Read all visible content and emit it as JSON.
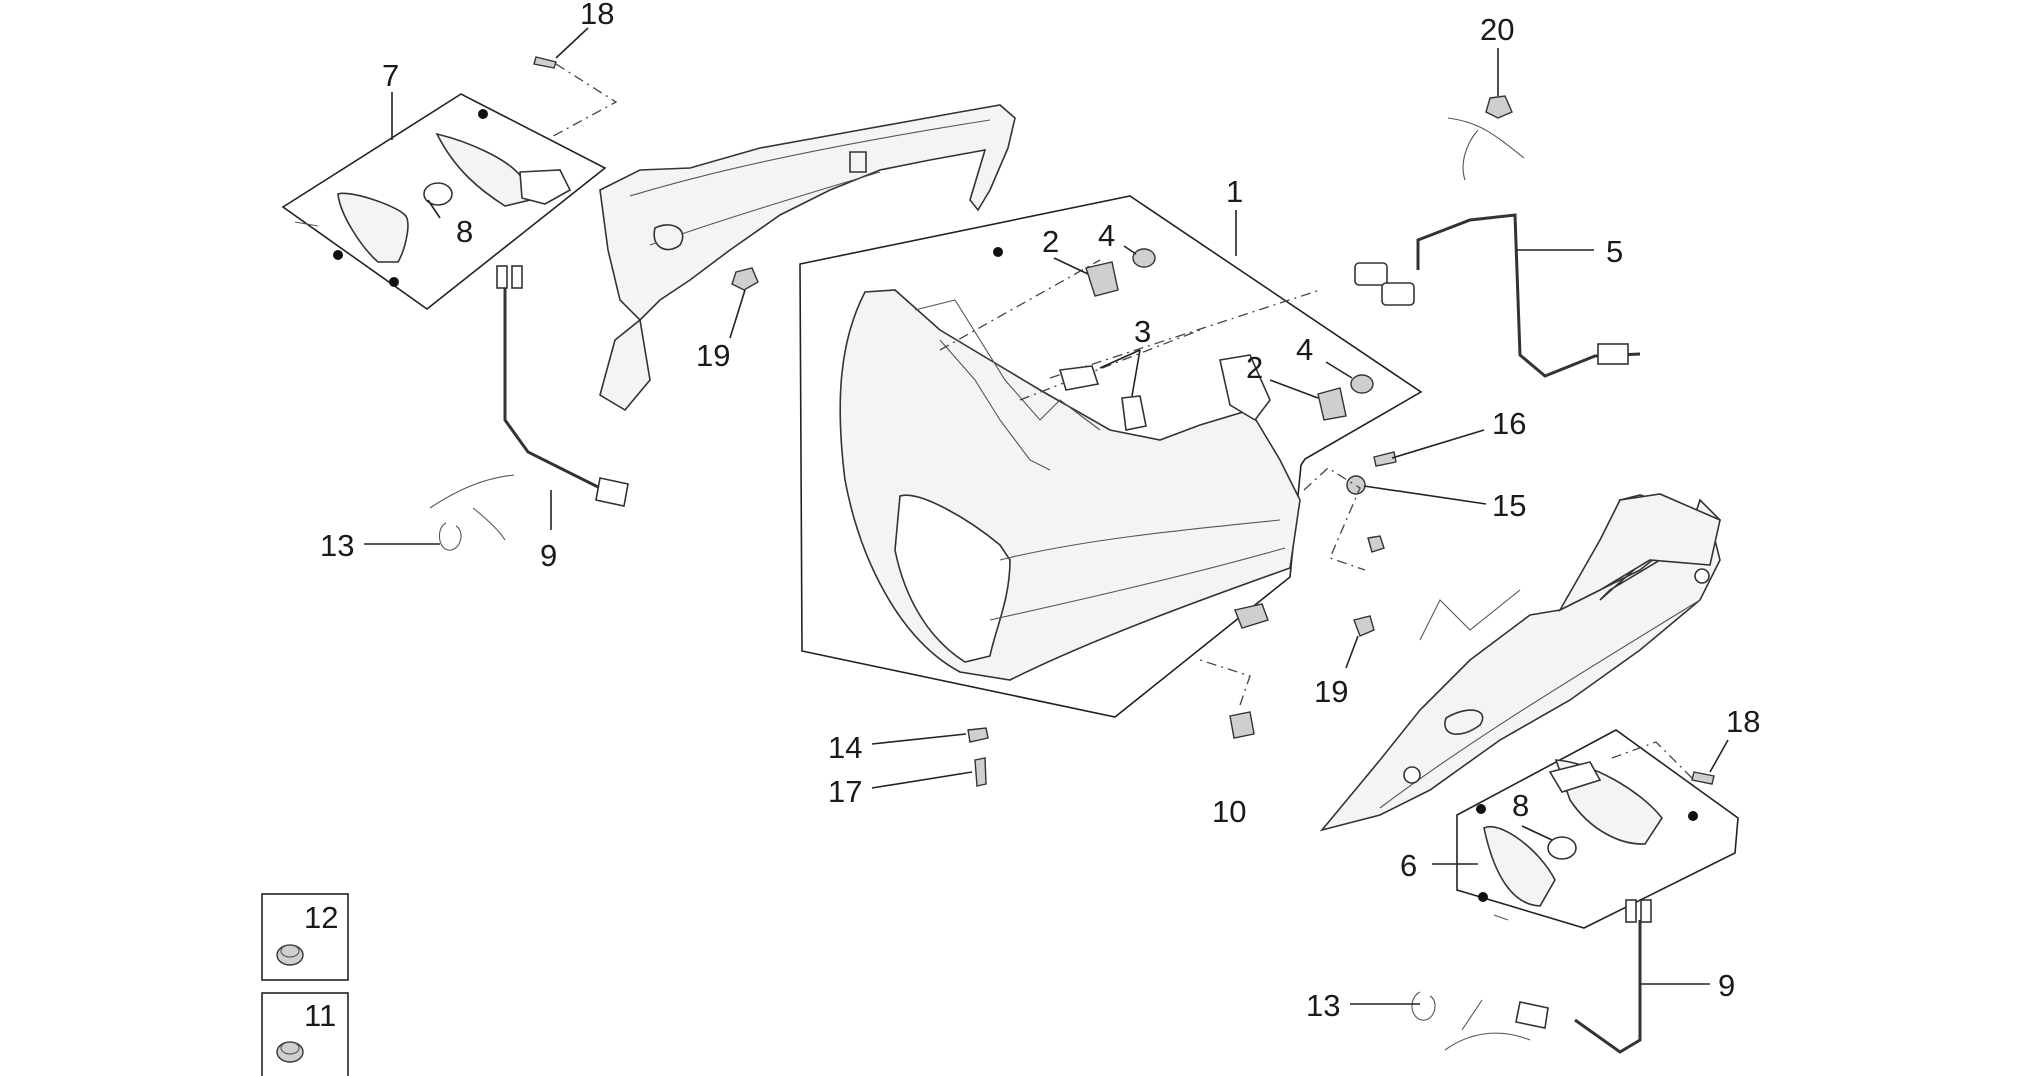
{
  "callouts": {
    "c1": "1",
    "c2a": "2",
    "c2b": "2",
    "c3": "3",
    "c4a": "4",
    "c4b": "4",
    "c5": "5",
    "c6": "6",
    "c7": "7",
    "c8a": "8",
    "c8b": "8",
    "c9a": "9",
    "c9b": "9",
    "c10": "10",
    "c11": "11",
    "c12": "12",
    "c13a": "13",
    "c13b": "13",
    "c14": "14",
    "c15": "15",
    "c16": "16",
    "c17": "17",
    "c18a": "18",
    "c18b": "18",
    "c19a": "19",
    "c19b": "19",
    "c20": "20"
  }
}
